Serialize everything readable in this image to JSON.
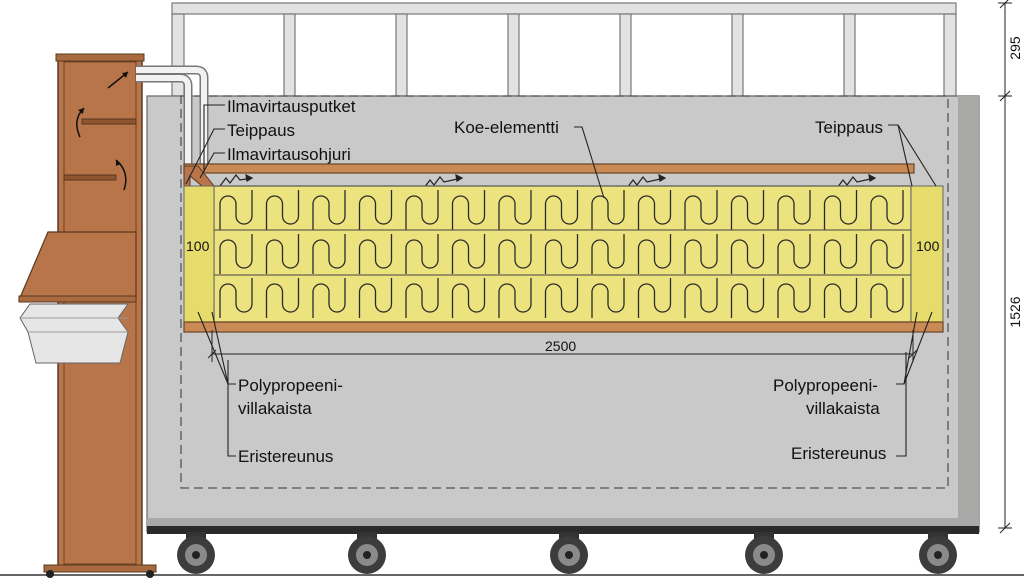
{
  "labels": {
    "airflow_pipes": "Ilmavirtausputket",
    "taping_left": "Teippaus",
    "airflow_guide": "Ilmavirtausohjuri",
    "test_element": "Koe-elementti",
    "taping_right": "Teippaus",
    "pp_wool_left_line1": "Polypropeeni-",
    "pp_wool_left_line2": "villakaista",
    "pp_wool_right_line1": "Polypropeeni-",
    "pp_wool_right_line2": "villakaista",
    "insulation_edge_left": "Eristereunus",
    "insulation_edge_right": "Eristereunus"
  },
  "dimensions": {
    "width": "2500",
    "strip_left": "100",
    "strip_right": "100",
    "frame_height": "295",
    "chamber_height": "1526"
  },
  "colors": {
    "chamber": "#c9c9c9",
    "chamber_shadow": "#a8a8a6",
    "wood": "#b8754a",
    "wool": "#ece27e",
    "strip": "#e6dc6c",
    "wheel": "#3c3c3c"
  }
}
